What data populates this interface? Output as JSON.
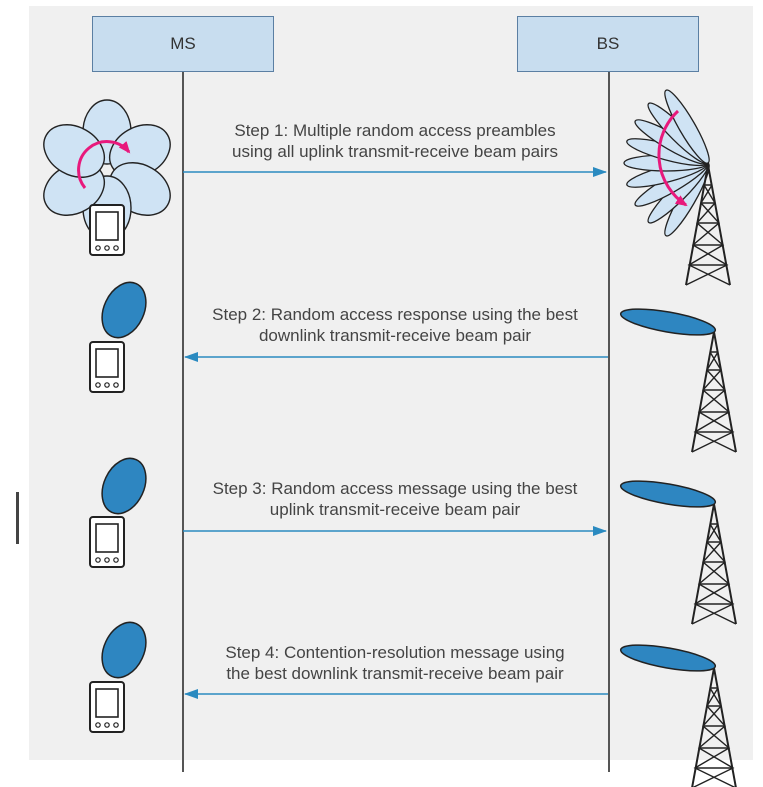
{
  "entities": {
    "ms": "MS",
    "bs": "BS"
  },
  "messages": [
    {
      "line1": "Step 1: Multiple random access preambles",
      "line2": "using all uplink transmit-receive beam pairs",
      "direction": "MS-to-BS"
    },
    {
      "line1": "Step 2: Random access response using the best",
      "line2": "downlink transmit-receive beam pair",
      "direction": "BS-to-MS"
    },
    {
      "line1": "Step 3: Random access message using the best",
      "line2": "uplink transmit-receive beam pair",
      "direction": "MS-to-BS"
    },
    {
      "line1": "Step 4: Contention-resolution message using",
      "line2": "the best downlink transmit-receive beam pair",
      "direction": "BS-to-MS"
    }
  ],
  "colors": {
    "background_panel": "#f0f0f0",
    "entity_box": "#c8ddef",
    "arrow": "#2a8ac0",
    "beam_fill": "#2e86c1",
    "beam_sweep_fill": "#cfe3f4",
    "sweep_arrow": "#e8197c"
  }
}
